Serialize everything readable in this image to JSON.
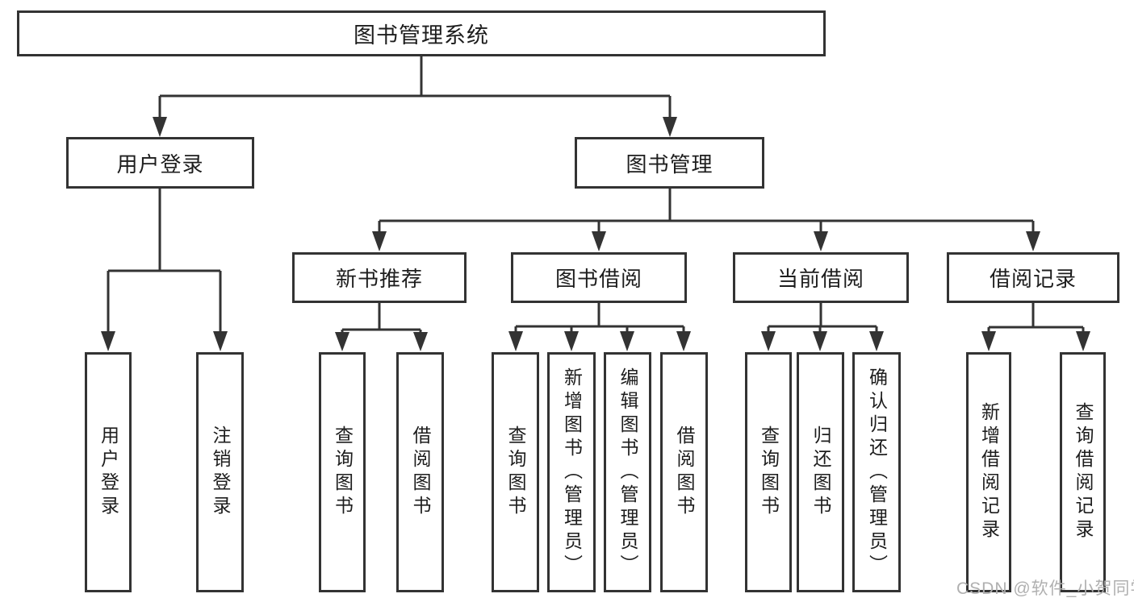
{
  "diagram": {
    "root": {
      "label": "图书管理系统"
    },
    "branches": [
      {
        "label": "用户登录",
        "children": [
          {
            "label": "用户登录"
          },
          {
            "label": "注销登录"
          }
        ]
      },
      {
        "label": "图书管理",
        "children": [
          {
            "label": "新书推荐",
            "children": [
              {
                "label": "查询图书"
              },
              {
                "label": "借阅图书"
              }
            ]
          },
          {
            "label": "图书借阅",
            "children": [
              {
                "label": "查询图书"
              },
              {
                "label": "新增图书（管理员）"
              },
              {
                "label": "编辑图书（管理员）"
              },
              {
                "label": "借阅图书"
              }
            ]
          },
          {
            "label": "当前借阅",
            "children": [
              {
                "label": "查询图书"
              },
              {
                "label": "归还图书"
              },
              {
                "label": "确认归还（管理员）"
              }
            ]
          },
          {
            "label": "借阅记录",
            "children": [
              {
                "label": "新增借阅记录"
              },
              {
                "label": "查询借阅记录"
              }
            ]
          }
        ]
      }
    ]
  },
  "watermark": {
    "text": "CSDN @软件_小贺同学"
  },
  "colors": {
    "line": "#333333",
    "text": "#1d1d1d",
    "watermark": "#b0b0b0",
    "background": "#ffffff"
  }
}
